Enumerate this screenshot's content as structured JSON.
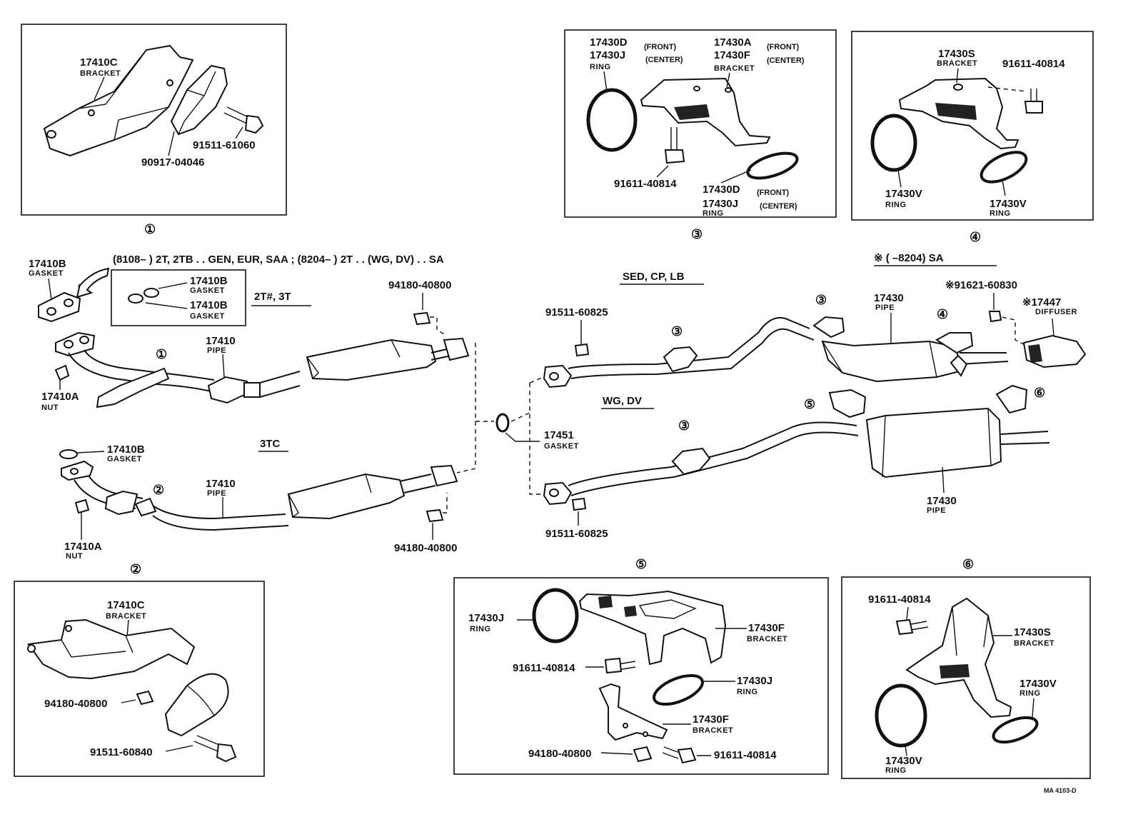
{
  "diagram_code": "MA 4103-D",
  "refs": [
    "①",
    "②",
    "③",
    "④",
    "⑤",
    "⑥"
  ],
  "box1": {
    "bracket_no": "17410C",
    "bracket_name": "BRACKET",
    "bolt_no": "91511-61060",
    "clamp_no": "90917-04046"
  },
  "box3": {
    "ring_front": "17430D",
    "ring_front_tag": "(FRONT)",
    "ring_center": "17430J",
    "ring_center_tag": "(CENTER)",
    "ring_name": "RING",
    "bracket_front": "17430A",
    "bracket_front_tag": "(FRONT)",
    "bracket_center": "17430F",
    "bracket_center_tag": "(CENTER)",
    "bracket_name": "BRACKET",
    "bolt_no": "91611-40814",
    "ring2_front": "17430D",
    "ring2_front_tag": "(FRONT)",
    "ring2_center": "17430J",
    "ring2_center_tag": "(CENTER)",
    "ring2_name": "RING"
  },
  "box4": {
    "bracket_no": "17430S",
    "bracket_name": "BRACKET",
    "bolt_no": "91611-40814",
    "ring_left_no": "17430V",
    "ring_left_name": "RING",
    "ring_right_no": "17430V",
    "ring_right_name": "RING"
  },
  "main": {
    "gasket_top_no": "17410B",
    "gasket_top_name": "GASKET",
    "applicability": "(8108–        ) 2T, 2TB . . GEN, EUR, SAA ; (8204–          ) 2T . . (WG, DV) . . SA",
    "inset_gasket1_no": "17410B",
    "inset_gasket1_name": "GASKET",
    "inset_gasket2_no": "17410B",
    "inset_gasket2_name": "GASKET",
    "engine_top": "2T#, 3T",
    "nut_top_no": "94180-40800",
    "pipe_top_no": "17410",
    "pipe_top_name": "PIPE",
    "nut_a_top_no": "17410A",
    "nut_a_top_name": "NUT",
    "engine_mid": "3TC",
    "gasket_mid_no": "17410B",
    "gasket_mid_name": "GASKET",
    "pipe_mid_no": "17410",
    "pipe_mid_name": "PIPE",
    "nut_a_mid_no": "17410A",
    "nut_a_mid_name": "NUT",
    "nut_mid_no": "94180-40800",
    "center_gasket_no": "17451",
    "center_gasket_name": "GASKET",
    "body_sed": "SED, CP, LB",
    "body_wg": "WG, DV",
    "sa_note": "※ (          –8204) SA",
    "bolt_upper_no": "91511-60825",
    "bolt_lower_no": "91511-60825",
    "pipe_tail_no": "17430",
    "pipe_tail_name": "PIPE",
    "bolt_star_no": "※91621-60830",
    "diffuser_no": "※17447",
    "diffuser_name": "DIFFUSER",
    "pipe_lower_no": "17430",
    "pipe_lower_name": "PIPE"
  },
  "box2": {
    "bracket_no": "17410C",
    "bracket_name": "BRACKET",
    "nut_no": "94180-40800",
    "bolt_no": "91511-60840"
  },
  "box5": {
    "ring_no": "17430J",
    "ring_name": "RING",
    "bracket_no": "17430F",
    "bracket_name": "BRACKET",
    "bolt_no": "91611-40814",
    "ring2_no": "17430J",
    "ring2_name": "RING",
    "bracket2_no": "17430F",
    "bracket2_name": "BRACKET",
    "nut_no": "94180-40800",
    "bolt2_no": "91611-40814"
  },
  "box6": {
    "bolt_no": "91611-40814",
    "bracket_no": "17430S",
    "bracket_name": "BRACKET",
    "ring_right_no": "17430V",
    "ring_right_name": "RING",
    "ring_left_no": "17430V",
    "ring_left_name": "RING"
  }
}
